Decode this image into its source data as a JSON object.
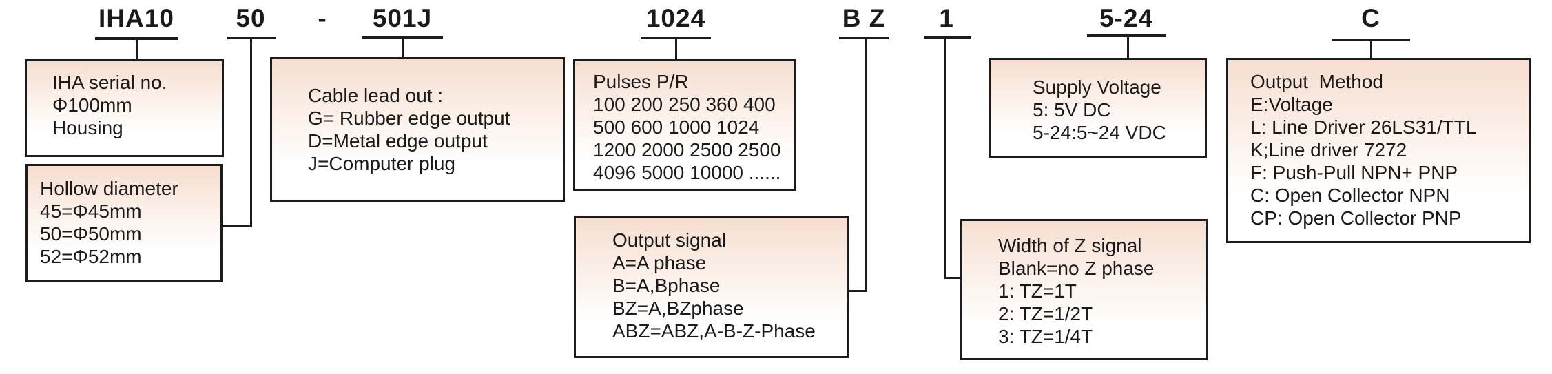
{
  "model_code": {
    "segments": [
      {
        "id": "series",
        "value": "IHA10"
      },
      {
        "id": "hollow",
        "value": "50"
      },
      {
        "id": "separator",
        "value": "-"
      },
      {
        "id": "cable",
        "value": "501J"
      },
      {
        "id": "pulses",
        "value": "1024"
      },
      {
        "id": "output_signal",
        "value": "B Z"
      },
      {
        "id": "z_width",
        "value": "1"
      },
      {
        "id": "supply_voltage",
        "value": "5-24"
      },
      {
        "id": "output_method",
        "value": "C"
      }
    ]
  },
  "boxes": {
    "serial": {
      "lines": [
        "IHA serial no.",
        "Φ100mm",
        "Housing"
      ]
    },
    "hollow": {
      "lines": [
        "Hollow diameter",
        "45=Φ45mm",
        "50=Φ50mm",
        "52=Φ52mm"
      ]
    },
    "cable": {
      "lines": [
        "Cable lead out :",
        "G= Rubber edge output",
        "D=Metal edge output",
        "J=Computer plug"
      ]
    },
    "pulses": {
      "lines": [
        "Pulses P/R",
        "100 200 250 360 400",
        "500 600 1000 1024",
        "1200 2000 2500 2500",
        "4096 5000 10000 ......"
      ]
    },
    "output_signal": {
      "lines": [
        "Output signal",
        "A=A phase",
        "B=A,Bphase",
        "BZ=A,BZphase",
        "ABZ=ABZ,A-B-Z-Phase"
      ]
    },
    "z_width": {
      "lines": [
        "Width of Z signal",
        "Blank=no Z phase",
        "1: TZ=1T",
        "2: TZ=1/2T",
        "3: TZ=1/4T"
      ]
    },
    "supply_voltage": {
      "lines": [
        "Supply Voltage",
        "5: 5V DC",
        "5-24:5~24 VDC"
      ]
    },
    "output_method": {
      "lines": [
        "Output  Method",
        "E:Voltage",
        "L: Line Driver 26LS31/TTL",
        "K;Line driver 7272",
        "F: Push-Pull NPN+ PNP",
        "C: Open Collector NPN",
        "CP: Open Collector PNP"
      ]
    }
  },
  "colors": {
    "box_fill_top": "#f6ded0",
    "box_fill_bottom": "#ffffff",
    "line_and_border": "#1c1c1c",
    "text": "#1a1a1a"
  }
}
